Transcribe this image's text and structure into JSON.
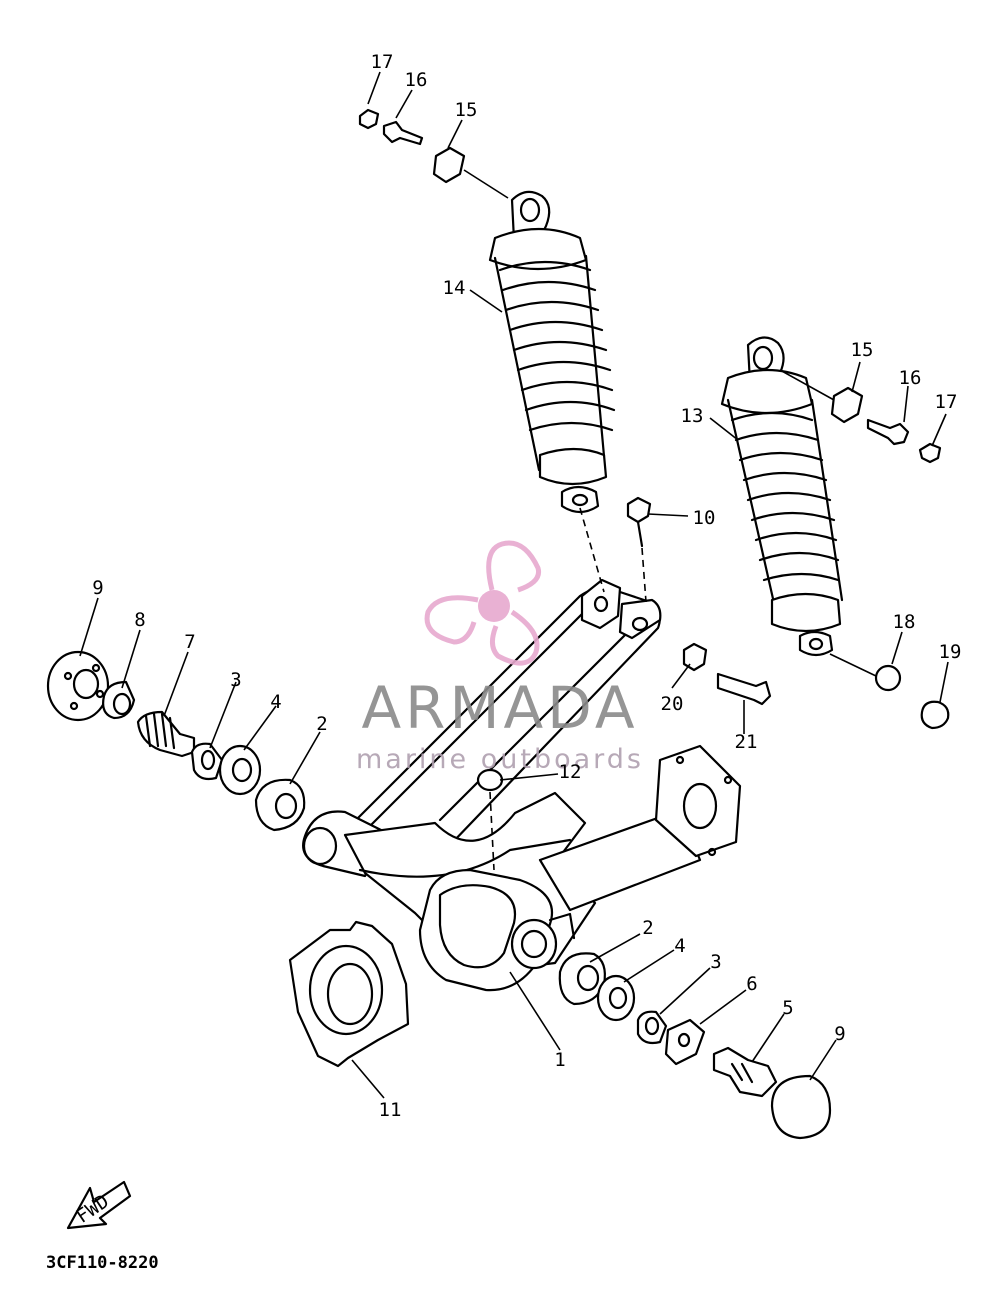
{
  "diagram": {
    "drawing_code": "3CF110-8220",
    "fwd_label": "FWD",
    "callouts": {
      "c1": "1",
      "c2a": "2",
      "c2b": "2",
      "c3a": "3",
      "c3b": "3",
      "c4a": "4",
      "c4b": "4",
      "c5": "5",
      "c6": "6",
      "c7": "7",
      "c8": "8",
      "c9a": "9",
      "c9b": "9",
      "c10": "10",
      "c11": "11",
      "c12": "12",
      "c13": "13",
      "c14": "14",
      "c15a": "15",
      "c15b": "15",
      "c16a": "16",
      "c16b": "16",
      "c17a": "17",
      "c17b": "17",
      "c18": "18",
      "c19": "19",
      "c20": "20",
      "c21": "21"
    }
  },
  "watermark": {
    "brand": "ARMADA",
    "tagline": "marine outboards",
    "colors": {
      "logo_pink": "#e7a9cf",
      "text_gray": "#8a8a8a"
    }
  }
}
